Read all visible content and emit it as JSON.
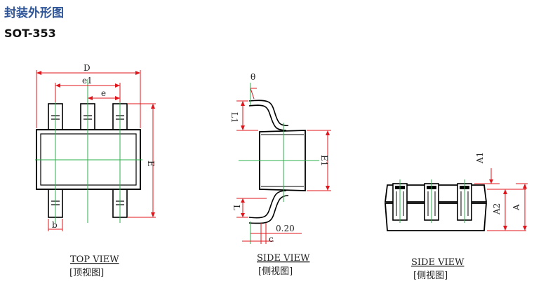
{
  "header": {
    "title": "封装外形图",
    "package": "SOT-353"
  },
  "views": {
    "top": {
      "caption_en": "TOP VIEW",
      "caption_cn": "[顶视图]"
    },
    "side1": {
      "caption_en": "SIDE VIEW",
      "caption_cn": "[侧视图]"
    },
    "side2": {
      "caption_en": "SIDE VIEW",
      "caption_cn": "[侧视图]"
    }
  },
  "dims": {
    "D": "D",
    "e1": "e1",
    "e": "e",
    "E": "E",
    "b": "b",
    "theta": "θ",
    "L1": "L1",
    "E1": "E1",
    "L": "L",
    "c": "c",
    "v020": "0.20",
    "A1": "A1",
    "A2": "A2",
    "A": "A"
  },
  "colors": {
    "outline": "#000000",
    "dimension": "#e0151b",
    "centerline": "#2db24b",
    "header": "#2f5597"
  }
}
